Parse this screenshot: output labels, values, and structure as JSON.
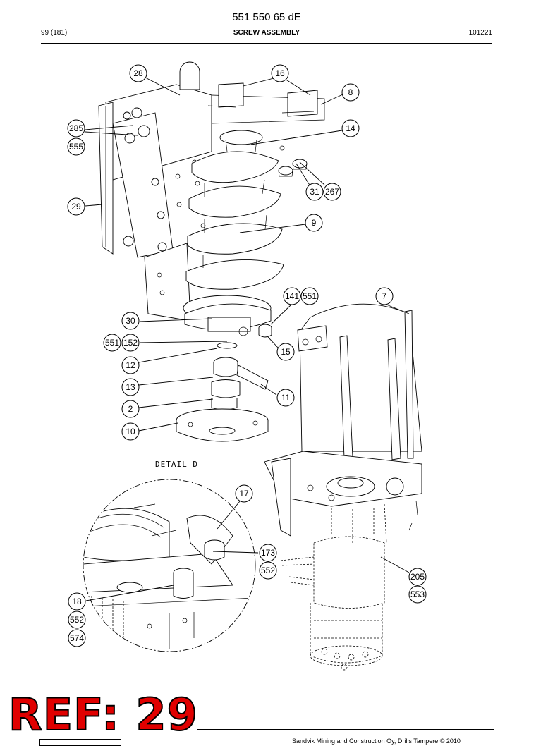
{
  "header": {
    "doc_number": "551 550 65 dE",
    "page": "99 (181)",
    "section": "SCREW ASSEMBLY",
    "date_code": "101221"
  },
  "detail_label": "DETAIL D",
  "callouts": [
    {
      "label": "28"
    },
    {
      "label": "16"
    },
    {
      "label": "8"
    },
    {
      "label": "285"
    },
    {
      "label": "555"
    },
    {
      "label": "14"
    },
    {
      "label": "31"
    },
    {
      "label": "267"
    },
    {
      "label": "29"
    },
    {
      "label": "9"
    },
    {
      "label": "141"
    },
    {
      "label": "551"
    },
    {
      "label": "7"
    },
    {
      "label": "30"
    },
    {
      "label": "551"
    },
    {
      "label": "152"
    },
    {
      "label": "15"
    },
    {
      "label": "12"
    },
    {
      "label": "13"
    },
    {
      "label": "11"
    },
    {
      "label": "2"
    },
    {
      "label": "10"
    },
    {
      "label": "17"
    },
    {
      "label": "173"
    },
    {
      "label": "552"
    },
    {
      "label": "205"
    },
    {
      "label": "553"
    },
    {
      "label": "18"
    },
    {
      "label": "552"
    },
    {
      "label": "574"
    }
  ],
  "ref_stamp": "REF: 29",
  "footer": {
    "copyright": "Sandvik Mining and Construction Oy, Drills Tampere © 2010"
  }
}
